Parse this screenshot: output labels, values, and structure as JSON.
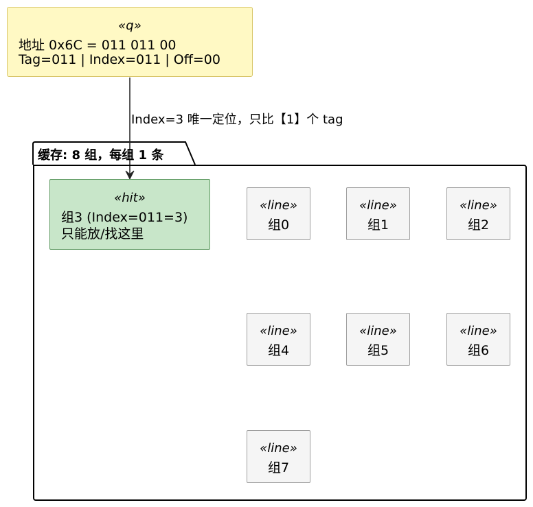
{
  "note": {
    "stereotype": "«q»",
    "line1": "地址 0x6C = 011 011 00",
    "line2": "Tag=011 | Index=011 | Off=00"
  },
  "edge": {
    "label": "Index=3 唯一定位，只比【1】个 tag"
  },
  "package": {
    "title": "缓存: 8 组，每组 1 条"
  },
  "hit": {
    "stereotype": "«hit»",
    "line1": "组3 (Index=011=3)",
    "line2": "只能放/找这里"
  },
  "lines": [
    {
      "stereotype": "«line»",
      "name": "组0"
    },
    {
      "stereotype": "«line»",
      "name": "组1"
    },
    {
      "stereotype": "«line»",
      "name": "组2"
    },
    {
      "stereotype": "«line»",
      "name": "组4"
    },
    {
      "stereotype": "«line»",
      "name": "组5"
    },
    {
      "stereotype": "«line»",
      "name": "组6"
    },
    {
      "stereotype": "«line»",
      "name": "组7"
    }
  ],
  "colors": {
    "note_fill": "#fff9c4",
    "hit_fill": "#c8e6c9",
    "line_fill": "#f5f5f5"
  }
}
